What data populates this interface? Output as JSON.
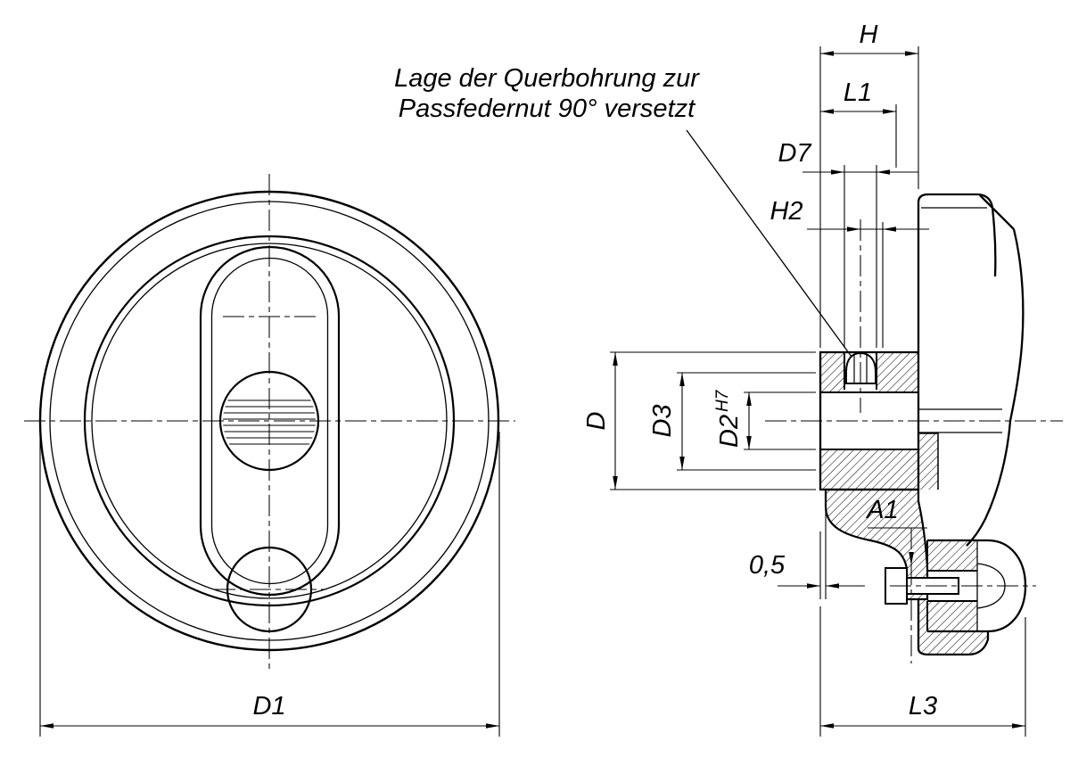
{
  "annotation": {
    "line1": "Lage der Querbohrung zur",
    "line2": "Passfedernut 90° versetzt"
  },
  "labels": {
    "d1": "D1",
    "h": "H",
    "l1": "L1",
    "d7": "D7",
    "h2": "H2",
    "d": "D",
    "d3": "D3",
    "d2": "D2",
    "d2_tol": "H7",
    "a1": "A1",
    "gap": "0,5",
    "l3": "L3"
  },
  "colors": {
    "line": "#000000",
    "background": "#ffffff"
  }
}
